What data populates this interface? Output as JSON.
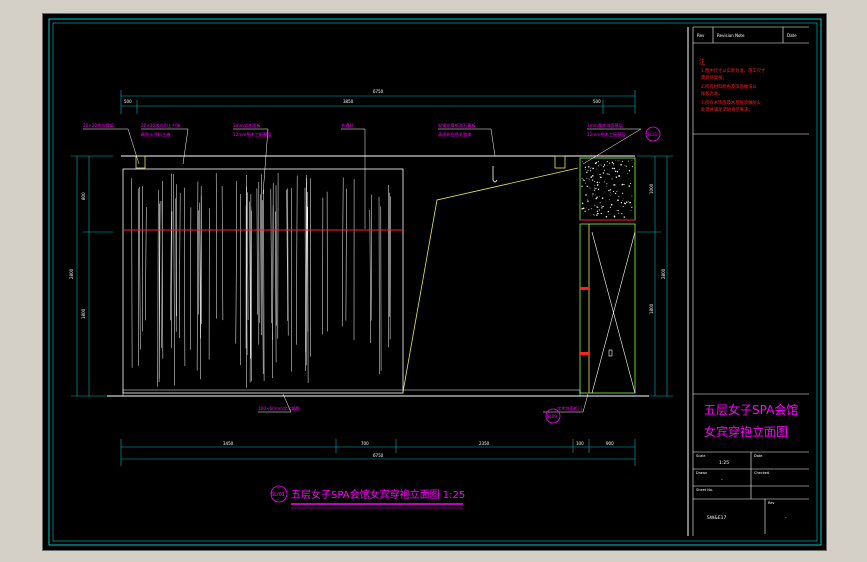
{
  "drawing": {
    "top_dims": {
      "overall": "6750",
      "left": "500",
      "middle": "3850",
      "right": "500"
    },
    "bottom_dims": {
      "overall": "6750",
      "seg1": "3450",
      "seg2": "700",
      "seg3": "2350",
      "seg4": "100",
      "seg5": "900"
    },
    "left_dims": {
      "overall": "2800",
      "upper": "800",
      "lower": "1800"
    },
    "right_dims": {
      "overall": "2800",
      "upper": "1000",
      "lower": "1800"
    },
    "callouts": {
      "c1": "20×20木方骨架",
      "c2": "20×20木方固上方饰",
      "c2b": "刷防火涂料三遍",
      "c3": "3mm实木面板",
      "c3b": "12mm细木工板基层",
      "c4": "衣通杆",
      "c5": "轻钢龙骨纸面石膏板",
      "c5b": "表面刷白色乳胶漆",
      "c6": "3mm厚木饰面基层",
      "c6b": "12mm细木工板基层",
      "c7": "100×60mm实木踢脚",
      "c8": "实木饰面柜门"
    },
    "bubble_top": "SL10",
    "bubble_bottom": "SL09",
    "title_number": "SL/01",
    "title_text": "五层女子SPA会馆女宾穿袍立面图  1:25"
  },
  "title_block": {
    "top_row_left": "Rev",
    "top_row_mid": "Revision Note",
    "top_row_right": "Date",
    "notes_heading": "注",
    "notes": [
      "1.图中尺寸以实际为准，施工尺寸",
      "  需现场复核。",
      "2.所有材料颜色及饰面做法以",
      "  样板为准。",
      "3.所有木饰面及木基层须做防火",
      "  处理并满足消防规范要求。"
    ],
    "project_line1": "五层女子SPA会馆",
    "project_line2": "女宾穿袍立面图",
    "field_scale_label": "Scale",
    "field_scale_value": "1:25",
    "field_date_label": "Date",
    "field_drawn_label": "Drawn",
    "field_drawn_value": "-",
    "field_checked_label": "Checked",
    "field_sheet_label": "Sheet No.",
    "field_sheet_value": "SW&E17",
    "field_rev_label": "Rev",
    "field_rev_value": "-"
  },
  "colors": {
    "frame": "#00c8c8",
    "dimension": "#00b4b4",
    "panel": "#ffffff",
    "text_magenta": "#ff00ff",
    "text_red": "#ff2020",
    "object_yellow": "#e8e860",
    "object_green": "#80ff40"
  }
}
